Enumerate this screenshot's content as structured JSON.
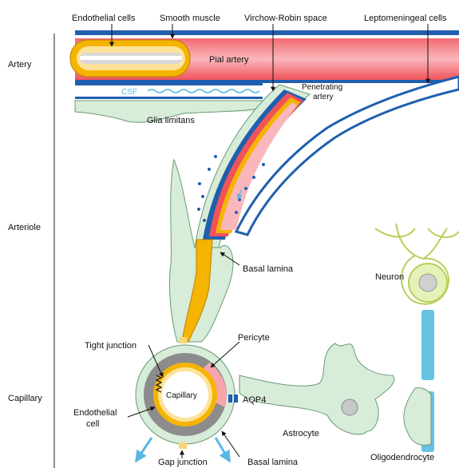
{
  "row_labels": {
    "artery": "Artery",
    "arteriole": "Arteriole",
    "capillary": "Capillary"
  },
  "labels": {
    "endothelial_cells": "Endothelial cells",
    "smooth_muscle": "Smooth muscle",
    "virchow_robin": "Virchow-Robin space",
    "leptomeningeal": "Leptomeningeal cells",
    "pial_artery": "Pial artery",
    "csf": "CSF",
    "penetrating_artery_1": "Penetrating",
    "penetrating_artery_2": "artery",
    "glia_limitans": "Glia limitans",
    "basal_lamina_top": "Basal lamina",
    "neuron": "Neuron",
    "tight_junction": "Tight junction",
    "pericyte": "Pericyte",
    "capillary": "Capillary",
    "aqp4": "AQP4",
    "endothelial_cell_1": "Endothelial",
    "endothelial_cell_2": "cell",
    "astrocyte": "Astrocyte",
    "oligodendrocyte": "Oligodendrocyte",
    "gap_junction": "Gap junction",
    "basal_lamina_bottom": "Basal lamina"
  },
  "colors": {
    "blood_red": "#f0535a",
    "blood_light": "#f7a5ab",
    "endothelium": "#f5b400",
    "endothelium_light": "#fde39a",
    "glia": "#d7ecd9",
    "glia_edge": "#6a9a73",
    "csf_blue": "#5ab6e6",
    "wall_blue": "#1f5fae",
    "lamina_gray": "#8c8c8c",
    "neuron_green": "#e4f2b8",
    "myelin_blue": "#67c3e3"
  }
}
